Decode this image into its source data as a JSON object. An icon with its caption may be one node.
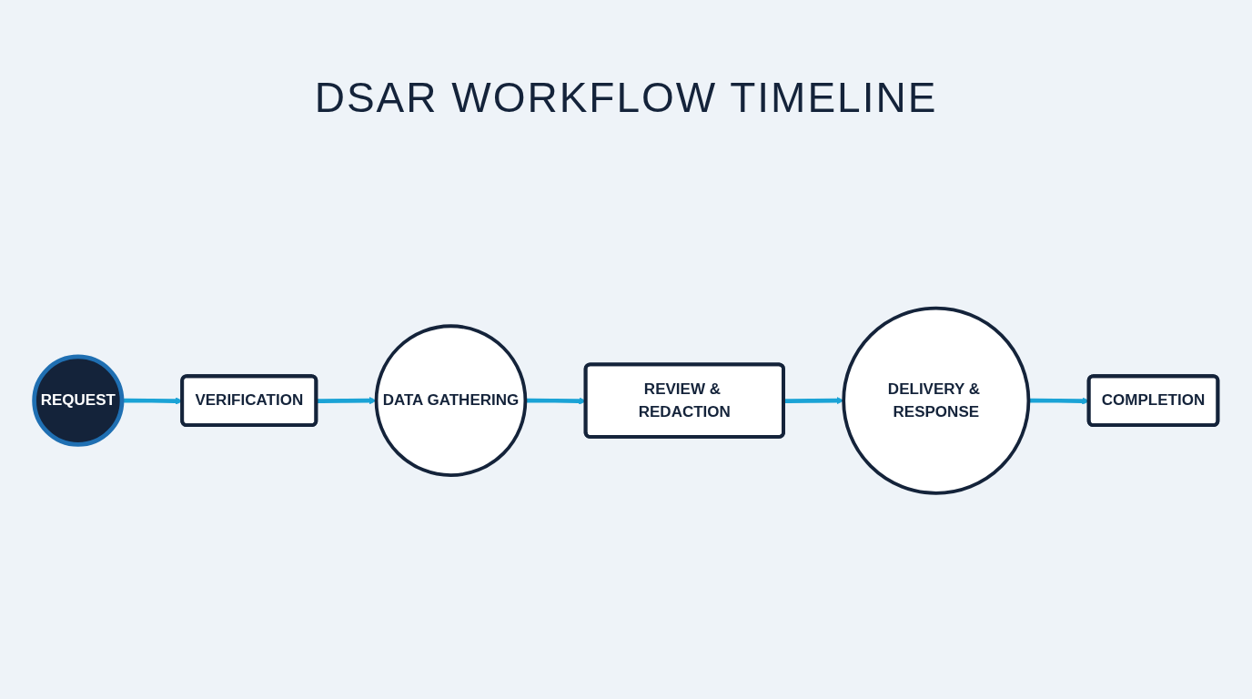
{
  "diagram": {
    "title": "DSAR WORKFLOW TIMELINE",
    "nodes": [
      {
        "text": [
          "REQUEST"
        ]
      },
      {
        "text": [
          "VERIFICATION"
        ]
      },
      {
        "text": [
          "DATA GATHERING"
        ]
      },
      {
        "text": [
          "REVIEW & REDACTION"
        ]
      },
      {
        "text": [
          "DELIVERY & RESPONSE"
        ]
      },
      {
        "text": [
          "COMPLETION"
        ]
      }
    ],
    "edges": [
      {
        "from": 0,
        "to": 1,
        "arrow": "to"
      },
      {
        "from": 1,
        "to": 2,
        "arrow": "to"
      },
      {
        "from": 2,
        "to": 3,
        "arrow": "to"
      },
      {
        "from": 3,
        "to": 4,
        "arrow": "to"
      },
      {
        "from": 4,
        "to": 5,
        "arrow": "to"
      }
    ]
  }
}
